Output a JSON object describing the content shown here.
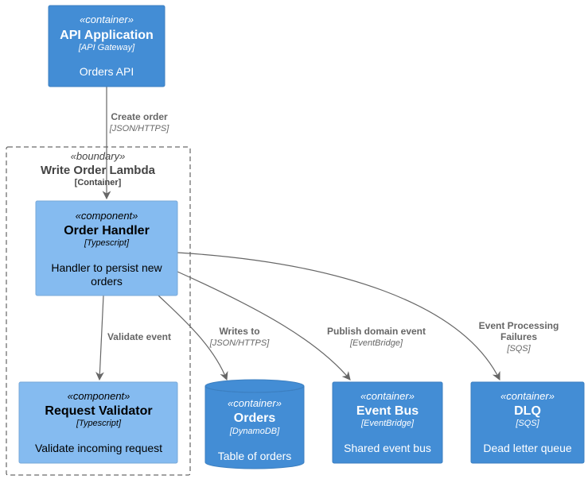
{
  "colors": {
    "container_fill": "#438DD5",
    "container_stroke": "#3C7FC0",
    "component_fill": "#85BBF0",
    "component_stroke": "#78A8D8",
    "boundary_stroke": "#444444",
    "edge": "#666666"
  },
  "boundary": {
    "stereotype": "«boundary»",
    "title": "Write Order Lambda",
    "type": "[Container]"
  },
  "nodes": {
    "api_application": {
      "stereotype": "«container»",
      "title": "API Application",
      "tech": "[API Gateway]",
      "desc": [
        "Orders API"
      ]
    },
    "order_handler": {
      "stereotype": "«component»",
      "title": "Order Handler",
      "tech": "[Typescript]",
      "desc": [
        "Handler to persist new",
        "orders"
      ]
    },
    "request_validator": {
      "stereotype": "«component»",
      "title": "Request Validator",
      "tech": "[Typescript]",
      "desc": [
        "Validate incoming request"
      ]
    },
    "orders_db": {
      "stereotype": "«container»",
      "title": "Orders",
      "tech": "[DynamoDB]",
      "desc": [
        "Table of orders"
      ]
    },
    "event_bus": {
      "stereotype": "«container»",
      "title": "Event Bus",
      "tech": "[EventBridge]",
      "desc": [
        "Shared event bus"
      ]
    },
    "dlq": {
      "stereotype": "«container»",
      "title": "DLQ",
      "tech": "[SQS]",
      "desc": [
        "Dead letter queue"
      ]
    }
  },
  "edges": {
    "create_order": {
      "label": [
        "Create order"
      ],
      "tech": "[JSON/HTTPS]"
    },
    "validate_event": {
      "label": [
        "Validate event"
      ],
      "tech": ""
    },
    "writes_to": {
      "label": [
        "Writes to"
      ],
      "tech": "[JSON/HTTPS]"
    },
    "publish_domain_event": {
      "label": [
        "Publish domain event"
      ],
      "tech": "[EventBridge]"
    },
    "event_processing_failures": {
      "label": [
        "Event Processing",
        "Failures"
      ],
      "tech": "[SQS]"
    }
  }
}
